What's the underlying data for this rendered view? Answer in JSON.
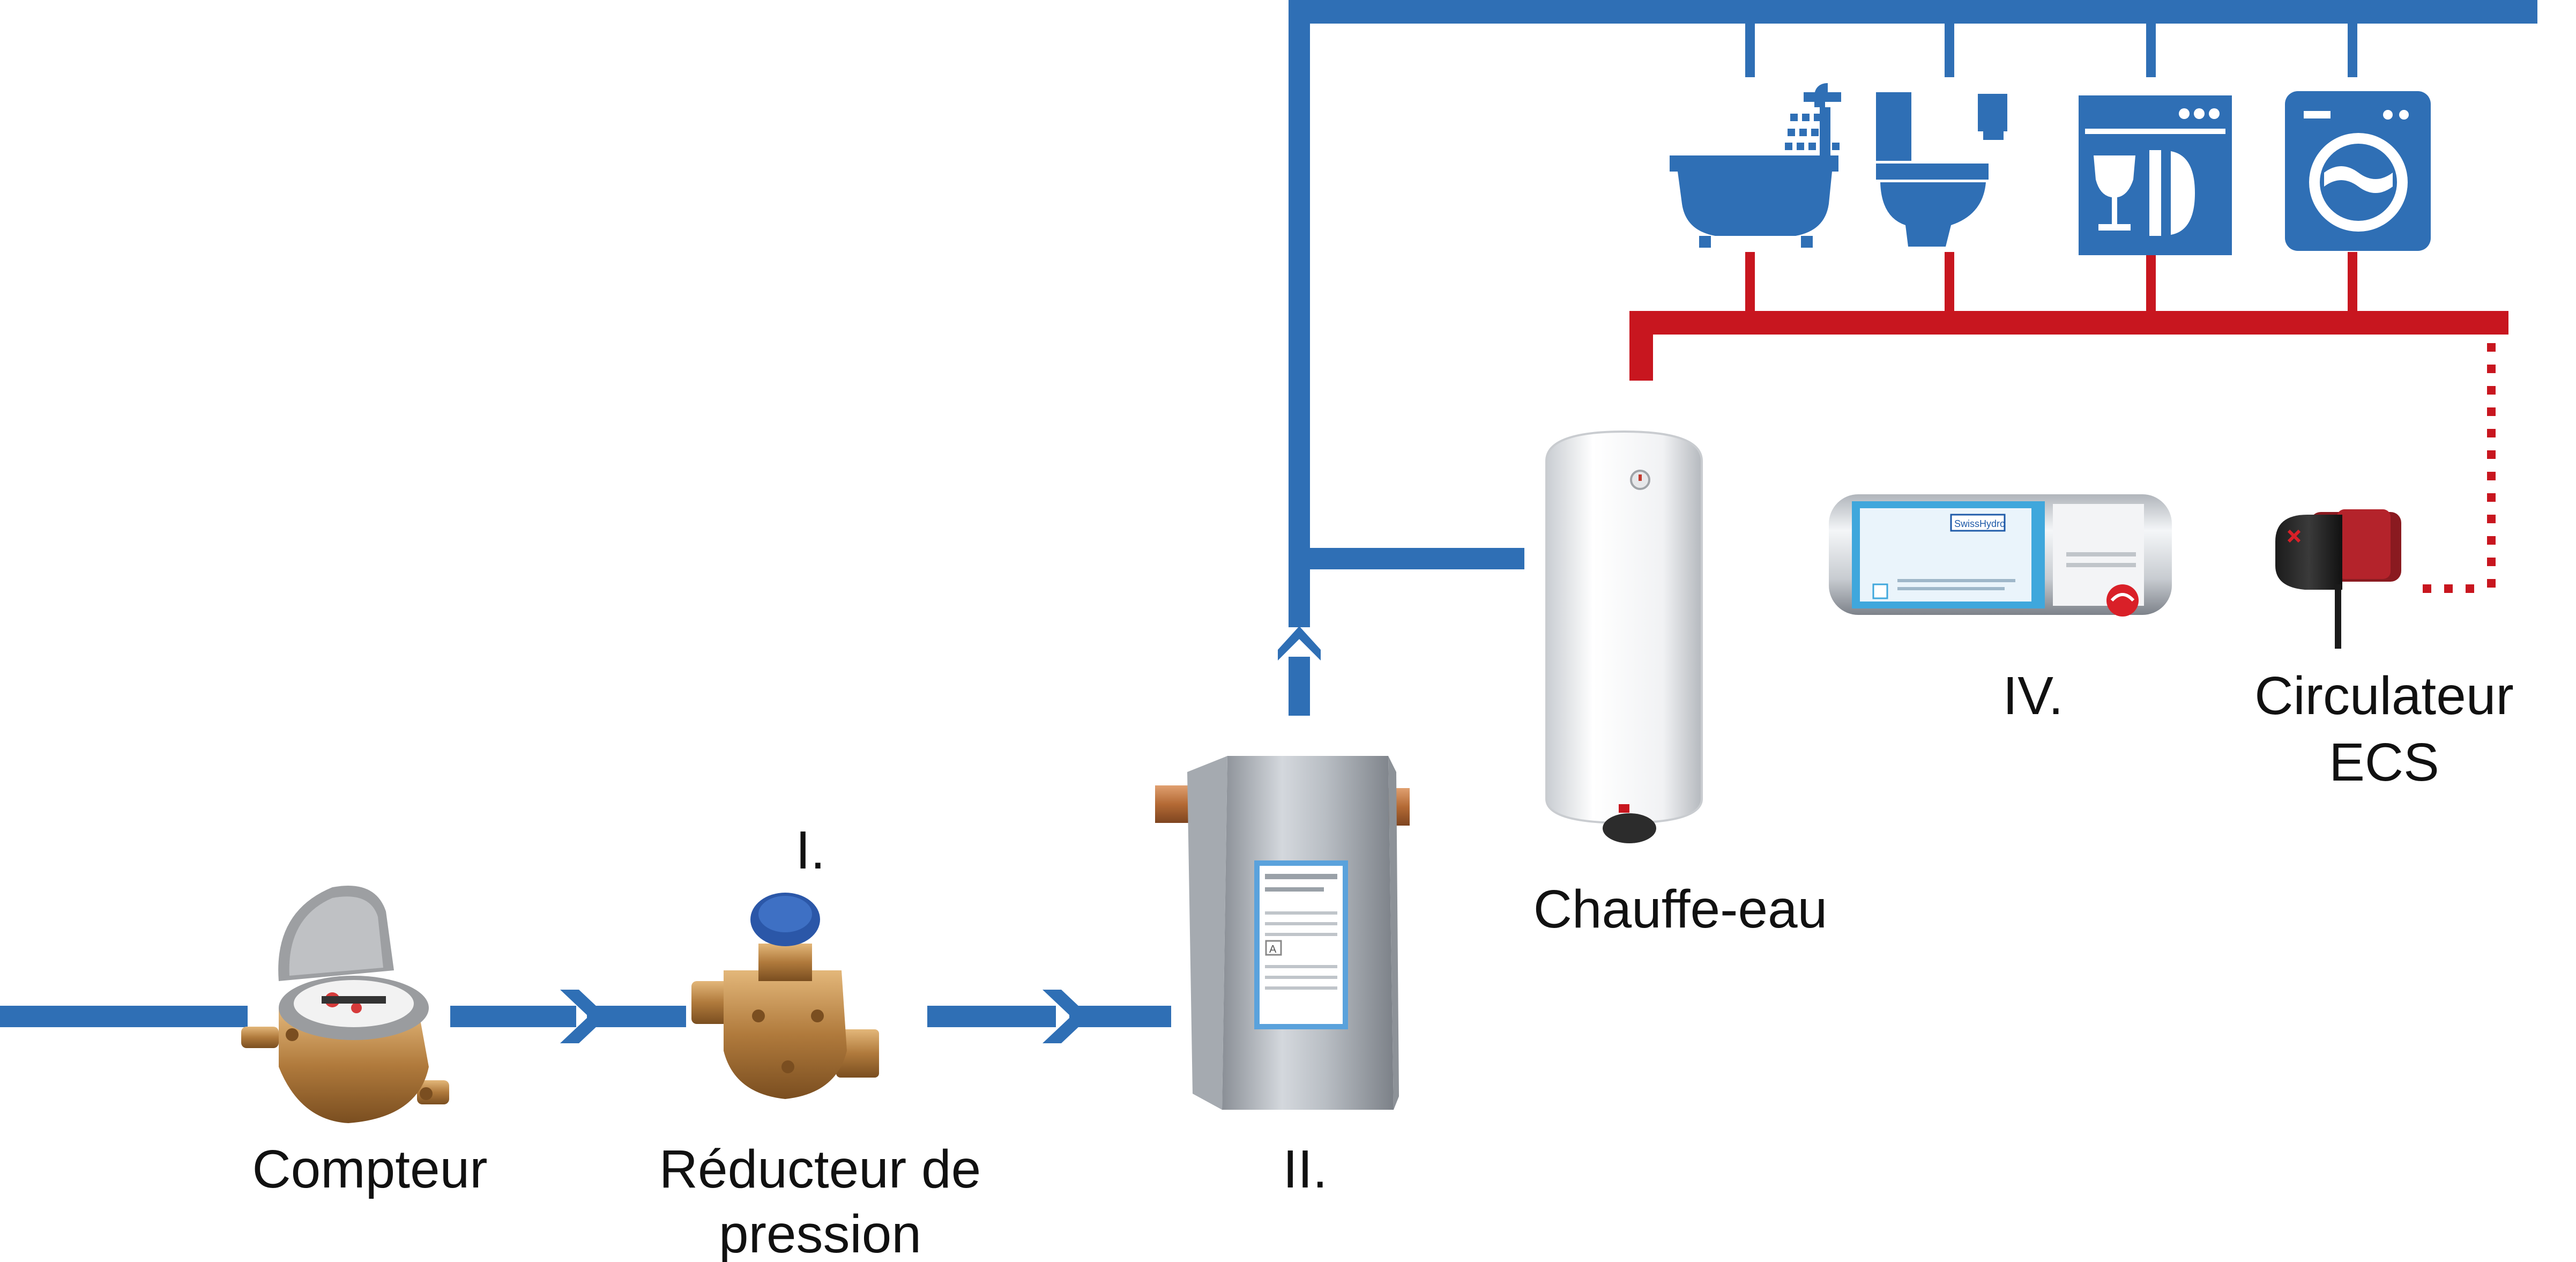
{
  "colors": {
    "cold_pipe": "#2f6fb5",
    "hot_pipe": "#c8161f",
    "fixture_blue": "#2f6fb5",
    "text": "#111111"
  },
  "labels": {
    "meter": "Compteur",
    "reducer_line1": "Réducteur de",
    "reducer_line2": "pression",
    "reducer_numeral": "I.",
    "filter_numeral": "II.",
    "heater": "Chauffe-eau",
    "softener_numeral": "IV.",
    "pump_line1": "Circulateur",
    "pump_line2": "ECS"
  },
  "fixtures": [
    {
      "name": "bathtub-shower",
      "icon": "bathtub-icon"
    },
    {
      "name": "toilet",
      "icon": "toilet-icon"
    },
    {
      "name": "dishwasher",
      "icon": "dishwasher-icon"
    },
    {
      "name": "washing-machine",
      "icon": "washing-machine-icon"
    }
  ],
  "device_text": {
    "softener_brand": "SwissHydro",
    "filter_plate": "A"
  }
}
